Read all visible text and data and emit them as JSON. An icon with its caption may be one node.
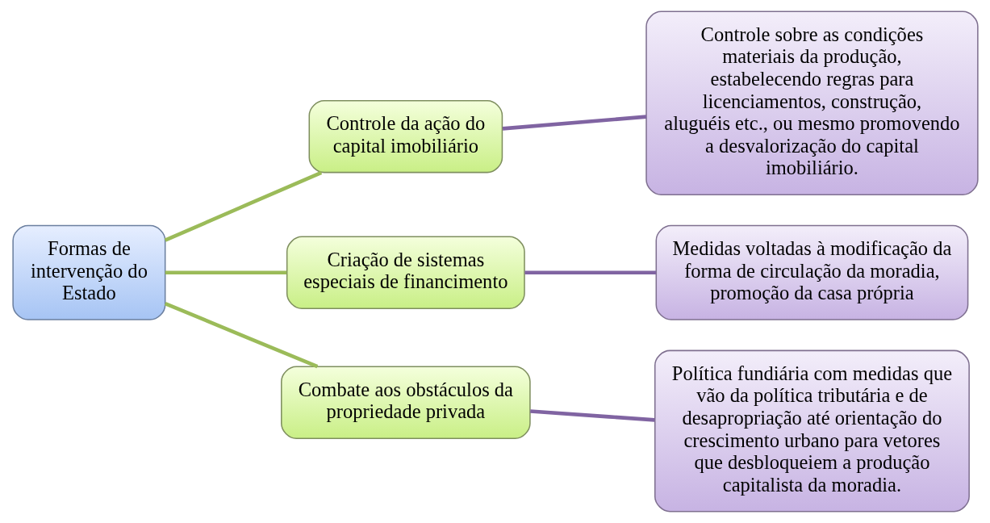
{
  "diagram": {
    "nodes": [
      {
        "text": [
          "Formas de intervenção do Estado"
        ]
      },
      {
        "text": [
          "Controle da ação do capital imobiliário"
        ]
      },
      {
        "text": [
          "Criação de sistemas especiais de financimento"
        ]
      },
      {
        "text": [
          "Combate aos obstáculos da propriedade privada"
        ]
      },
      {
        "text": [
          "Controle sobre as condições materiais da produção, estabelecendo regras para licenciamentos, construção, aluguéis etc., ou mesmo promovendo a desvalorização do capital imobiliário."
        ]
      },
      {
        "text": [
          "Medidas voltadas à modificação da forma de circulação da moradia, promoção da casa própria"
        ]
      },
      {
        "text": [
          "Política fundiária com medidas que vão da política tributária e de desapropriação até orientação do crescimento urbano para vetores que desbloqueiem a produção capitalista da moradia."
        ]
      }
    ],
    "edges": [
      {
        "from": 0,
        "to": 1,
        "arrow": "none",
        "color": "#9bbb59"
      },
      {
        "from": 0,
        "to": 2,
        "arrow": "none",
        "color": "#9bbb59"
      },
      {
        "from": 0,
        "to": 3,
        "arrow": "none",
        "color": "#9bbb59"
      },
      {
        "from": 1,
        "to": 4,
        "arrow": "none",
        "color": "#8064a2"
      },
      {
        "from": 2,
        "to": 5,
        "arrow": "none",
        "color": "#8064a2"
      },
      {
        "from": 3,
        "to": 6,
        "arrow": "none",
        "color": "#8064a2"
      }
    ]
  }
}
